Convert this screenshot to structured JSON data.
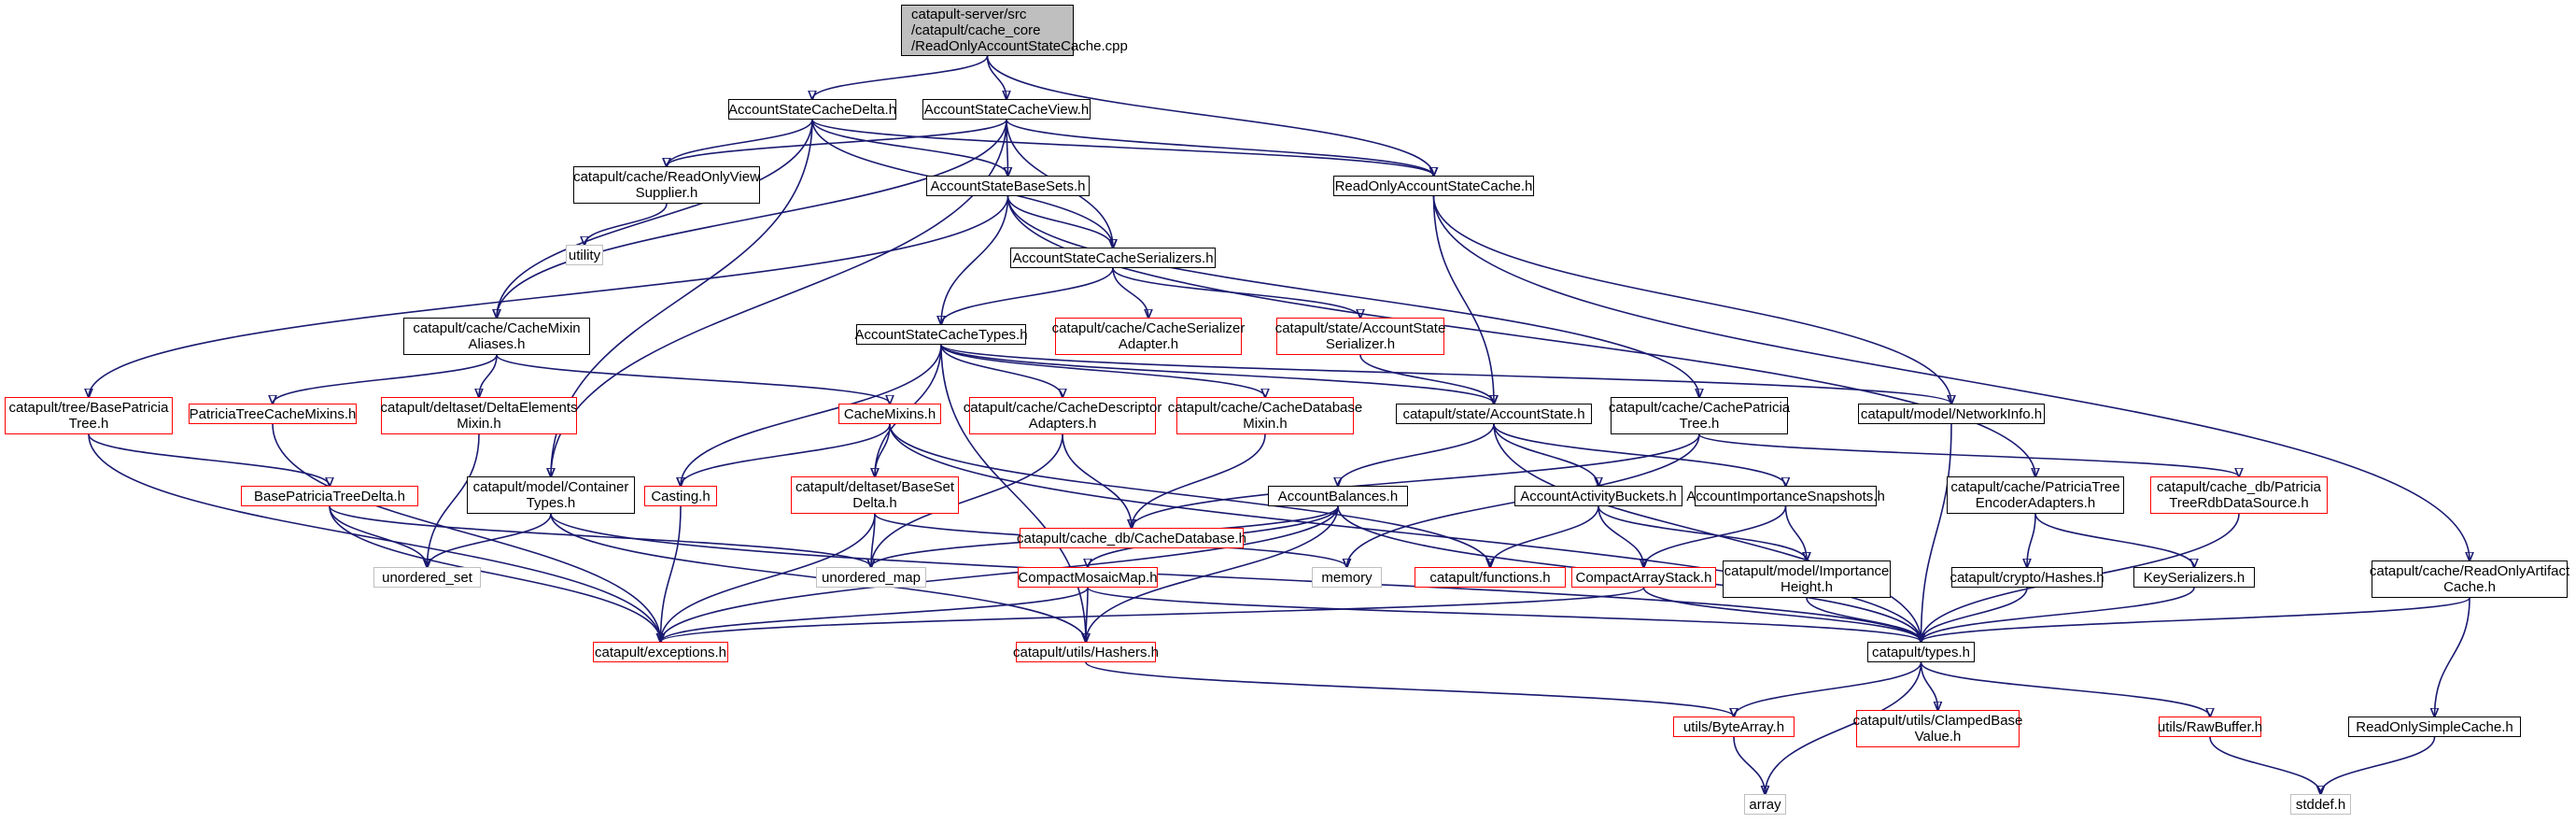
{
  "colors": {
    "edge": "#191970",
    "border_normal": "#000000",
    "border_incomplete": "#ff0000",
    "border_external": "#bfbfbf",
    "root_fill": "#bfbfbf"
  },
  "nodes": {
    "root": "catapult-server/src\n/catapult/cache_core\n/ReadOnlyAccountStateCache.cpp",
    "delta": "AccountStateCacheDelta.h",
    "view": "AccountStateCacheView.h",
    "readonlycache": "ReadOnlyAccountStateCache.h",
    "viewsupplier": "catapult/cache/ReadOnlyView\nSupplier.h",
    "basesets": "AccountStateBaseSets.h",
    "utility": "utility",
    "serializers": "AccountStateCacheSerializers.h",
    "mixinaliases": "catapult/cache/CacheMixin\nAliases.h",
    "cachetypes": "AccountStateCacheTypes.h",
    "serializeradapter": "catapult/cache/CacheSerializer\nAdapter.h",
    "statserializer": "catapult/state/AccountState\nSerializer.h",
    "basepatricia": "catapult/tree/BasePatricia\nTree.h",
    "patriciamixins": "PatriciaTreeCacheMixins.h",
    "deltaelements": "catapult/deltaset/DeltaElements\nMixin.h",
    "cachemixins": "CacheMixins.h",
    "descriptoradapters": "catapult/cache/CacheDescriptor\nAdapters.h",
    "dbmixin": "catapult/cache/CacheDatabase\nMixin.h",
    "accountstate": "catapult/state/AccountState.h",
    "cachepatricia": "catapult/cache/CachePatricia\nTree.h",
    "networkinfo": "catapult/model/NetworkInfo.h",
    "patriciadelta": "BasePatriciaTreeDelta.h",
    "containertypes": "catapult/model/Container\nTypes.h",
    "casting": "Casting.h",
    "basesetdelta": "catapult/deltaset/BaseSet\nDelta.h",
    "cachedatabase": "catapult/cache_db/CacheDatabase.h",
    "balances": "AccountBalances.h",
    "activitybuckets": "AccountActivityBuckets.h",
    "importancesnap": "AccountImportanceSnapshots.h",
    "encoderadapters": "catapult/cache/PatriciaTree\nEncoderAdapters.h",
    "rdbdatasource": "catapult/cache_db/Patricia\nTreeRdbDataSource.h",
    "unordered_set": "unordered_set",
    "unordered_map": "unordered_map",
    "memory": "memory",
    "functions": "catapult/functions.h",
    "compactarraystack": "CompactArrayStack.h",
    "importanceheight": "catapult/model/Importance\nHeight.h",
    "compactmosaicmap": "CompactMosaicMap.h",
    "hashes": "catapult/crypto/Hashes.h",
    "keyserializers": "KeySerializers.h",
    "artifactcache": "catapult/cache/ReadOnlyArtifact\nCache.h",
    "exceptions": "catapult/exceptions.h",
    "hashers": "catapult/utils/Hashers.h",
    "types": "catapult/types.h",
    "bytearray": "utils/ByteArray.h",
    "clampedbase": "catapult/utils/ClampedBase\nValue.h",
    "rawbuffer": "utils/RawBuffer.h",
    "simplecache": "ReadOnlySimpleCache.h",
    "array": "array",
    "stddef": "stddef.h"
  }
}
